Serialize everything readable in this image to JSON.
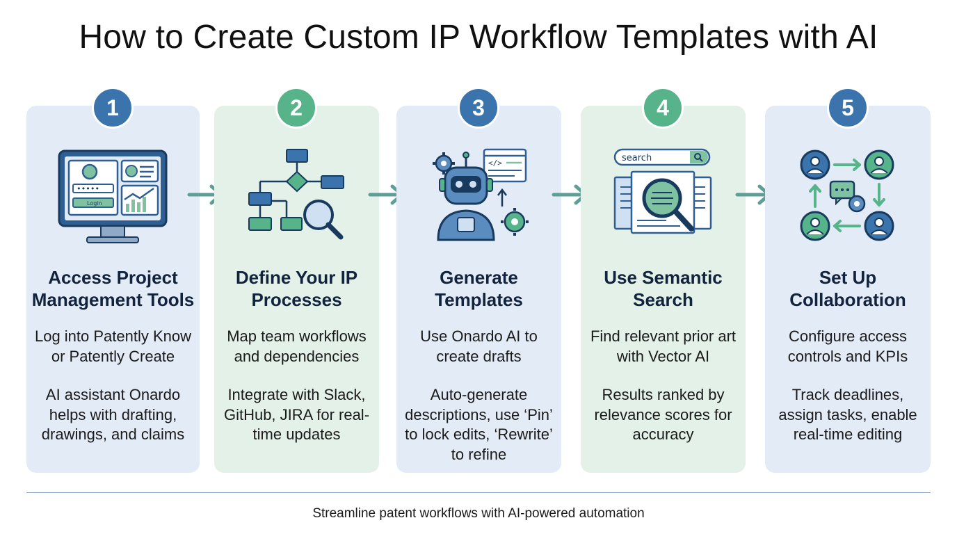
{
  "title": "How to Create Custom IP Workflow Templates with AI",
  "steps": [
    {
      "number": "1",
      "title": "Access Project Management Tools",
      "desc1": "Log into Patently Know or Patently Create",
      "desc2": "AI assistant Onardo helps with drafting, drawings, and claims",
      "icon": "monitor-dashboard-icon",
      "icon_label": "Login"
    },
    {
      "number": "2",
      "title": "Define Your IP Processes",
      "desc1": "Map team workflows and dependencies",
      "desc2": "Integrate with Slack, GitHub, JIRA for real-time updates",
      "icon": "flowchart-magnifier-icon"
    },
    {
      "number": "3",
      "title": "Generate Templates",
      "desc1": "Use Onardo AI to create drafts",
      "desc2": "Auto-generate descriptions, use ‘Pin’ to lock edits, ‘Rewrite’ to refine",
      "icon": "robot-gears-icon",
      "icon_label": "</>"
    },
    {
      "number": "4",
      "title": "Use Semantic Search",
      "desc1": "Find relevant prior art with Vector AI",
      "desc2": "Results ranked by relevance scores for accuracy",
      "icon": "search-documents-icon",
      "icon_label": "search"
    },
    {
      "number": "5",
      "title": "Set Up Collaboration",
      "desc1": "Configure access controls and KPIs",
      "desc2": "Track deadlines, assign tasks, enable real-time editing",
      "icon": "team-collaboration-icon"
    }
  ],
  "footer": "Streamline patent workflows with AI-powered automation",
  "colors": {
    "blue": "#3b74ad",
    "green": "#57b48a",
    "card_blue": "#e3ebf6",
    "card_green": "#e3f1e9",
    "arrow": "#5f9e97"
  }
}
